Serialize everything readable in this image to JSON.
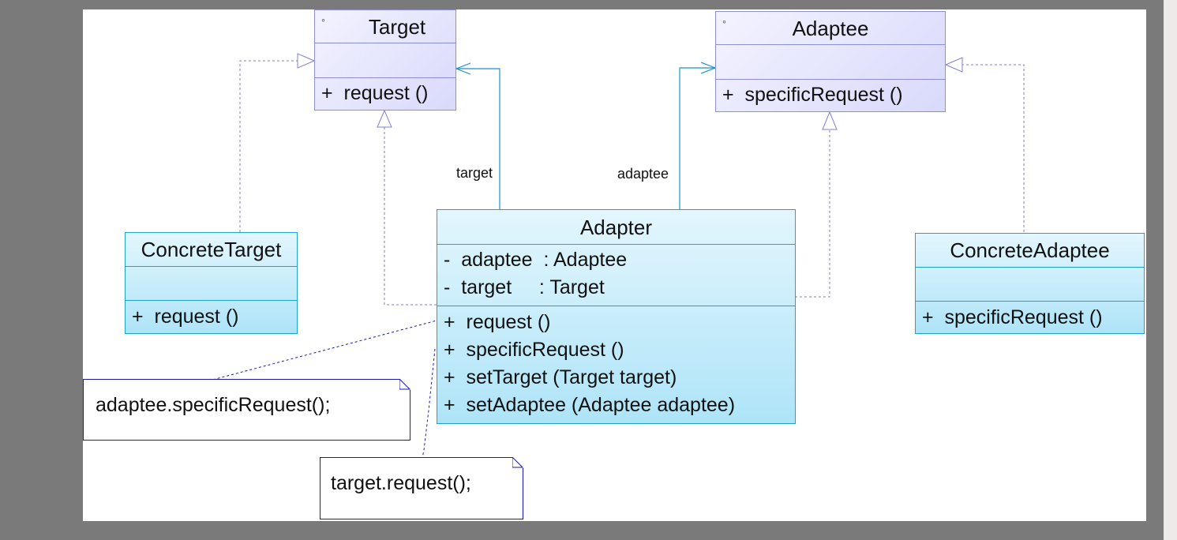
{
  "classes": {
    "target": {
      "name": "Target",
      "attributes": [],
      "operations": [
        "+  request ()"
      ]
    },
    "adaptee": {
      "name": "Adaptee",
      "attributes": [],
      "operations": [
        "+  specificRequest ()"
      ]
    },
    "concrete_target": {
      "name": "ConcreteTarget",
      "attributes": [],
      "operations": [
        "+  request ()"
      ]
    },
    "adapter": {
      "name": "Adapter",
      "attributes": [
        "-  adaptee  : Adaptee",
        "-  target     : Target"
      ],
      "operations": [
        "+  request ()",
        "+  specificRequest ()",
        "+  setTarget (Target target)",
        "+  setAdaptee (Adaptee adaptee)"
      ]
    },
    "concrete_adaptee": {
      "name": "ConcreteAdaptee",
      "attributes": [],
      "operations": [
        "+  specificRequest ()"
      ]
    }
  },
  "associations": {
    "target_role": "target",
    "adaptee_role": "adaptee"
  },
  "notes": {
    "request_note": "adaptee.specificRequest();",
    "specific_request_note": "target.request();"
  },
  "colors": {
    "interface_border": "#8f8fd8",
    "class_border": "#1fa3cf",
    "note_border": "#1a1aa8",
    "link_dashed": "#7f7fd0",
    "link_solid": "#1e8fc8"
  }
}
